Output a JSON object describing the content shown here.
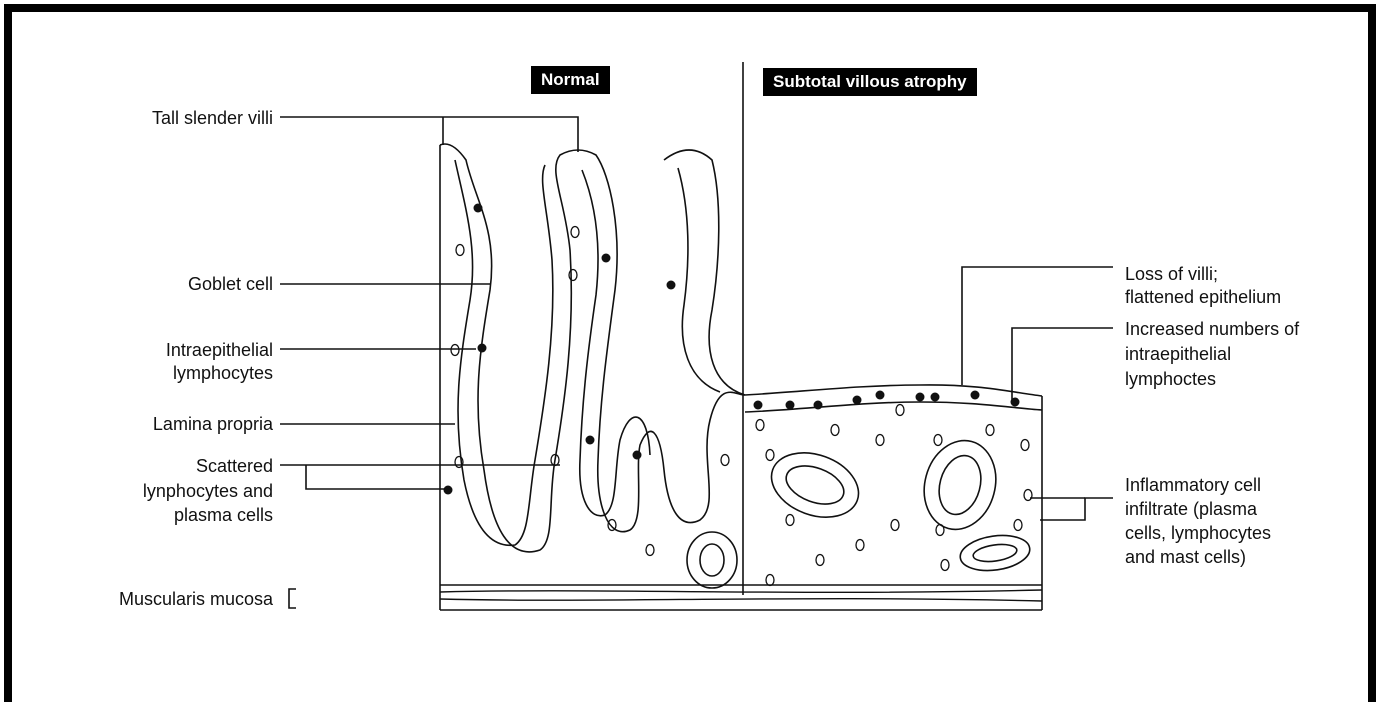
{
  "headers": {
    "normal": "Normal",
    "atrophy": "Subtotal villous atrophy"
  },
  "left_labels": {
    "villi": "Tall slender villi",
    "goblet": "Goblet cell",
    "iel_1": "Intraepithelial",
    "iel_2": "lymphocytes",
    "lamina": "Lamina propria",
    "scattered_1": "Scattered",
    "scattered_2": "lynphocytes and",
    "scattered_3": "plasma cells",
    "muscularis": "Muscularis mucosa"
  },
  "right_labels": {
    "loss_1": "Loss of villi;",
    "loss_2": "flattened epithelium",
    "inc_1": "Increased numbers of",
    "inc_2": "intraepithelial",
    "inc_3": "lymphoctes",
    "infl_1": "Inflammatory cell",
    "infl_2": "infiltrate (plasma",
    "infl_3": "cells, lymphocytes",
    "infl_4": "and mast cells)"
  }
}
